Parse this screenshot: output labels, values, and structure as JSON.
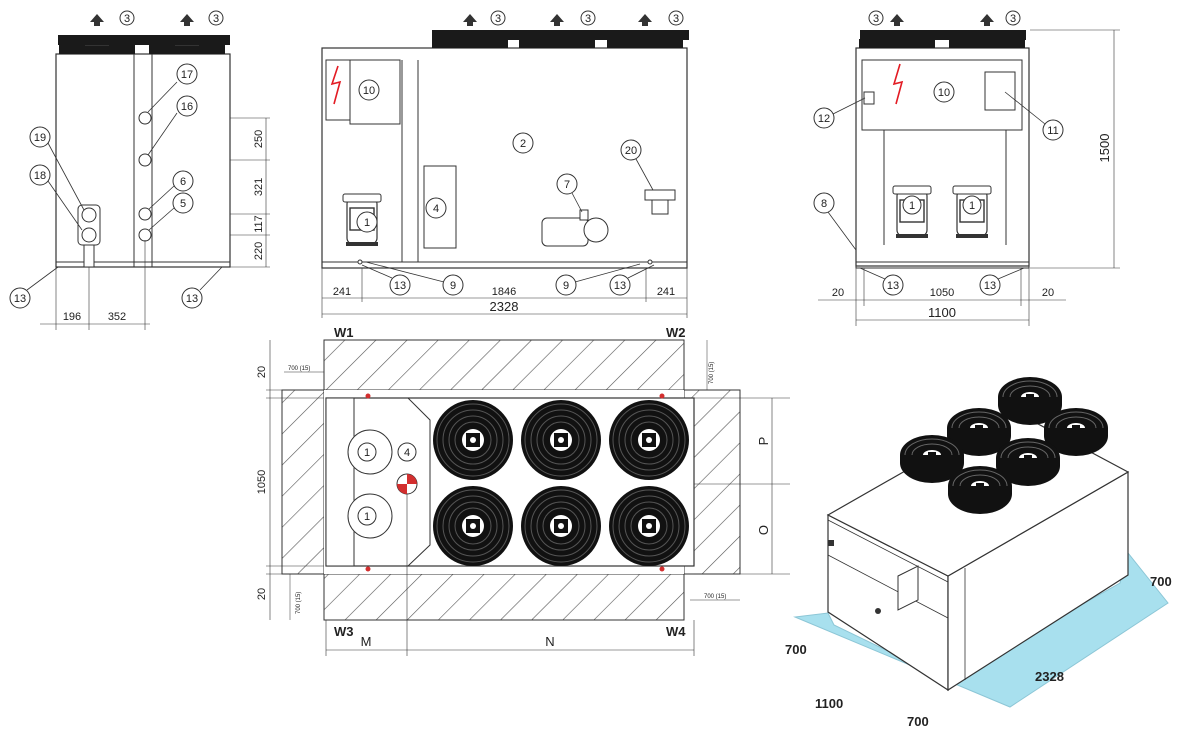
{
  "colors": {
    "line": "#333333",
    "hatch": "#555555",
    "warning_red": "#e31b23",
    "clearance_fill": "#a8e0ee",
    "fan_dark": "#1a1a1a",
    "marker_red": "#d32f2f"
  },
  "icons": {
    "air_flow": "air-flow-arrow-icon",
    "electric": "lightning-warning-icon",
    "center_of_gravity": "center-of-gravity-icon"
  },
  "side_view": {
    "callouts": [
      "19",
      "18",
      "17",
      "16",
      "6",
      "5",
      "13",
      "13"
    ],
    "dims_vertical": [
      "250",
      "321",
      "117",
      "220"
    ],
    "dims_horizontal": [
      "196",
      "352"
    ],
    "top_callouts": [
      "3",
      "3"
    ]
  },
  "front_view": {
    "callouts": [
      "10",
      "2",
      "20",
      "7",
      "1",
      "4",
      "13",
      "9",
      "9",
      "13"
    ],
    "top_callouts": [
      "3",
      "3",
      "3"
    ],
    "dims": {
      "left": "241",
      "middle": "1846",
      "right": "241",
      "total": "2328"
    }
  },
  "end_view": {
    "callouts": [
      "12",
      "10",
      "11",
      "8",
      "1",
      "1",
      "13",
      "13"
    ],
    "top_callouts": [
      "3",
      "3"
    ],
    "dims": {
      "left": "20",
      "middle": "1050",
      "right": "20",
      "total": "1100",
      "height": "1500"
    }
  },
  "plan_view": {
    "corners": [
      "W1",
      "W2",
      "W3",
      "W4"
    ],
    "dims_left": [
      "20",
      "1050",
      "20"
    ],
    "clearance_small": [
      "700 (15)",
      "700 (15)",
      "700 (15)",
      "700 (15)"
    ],
    "dims_right": [
      "P",
      "O"
    ],
    "dims_bottom": [
      "M",
      "N"
    ],
    "callouts": [
      "1",
      "1",
      "4"
    ]
  },
  "iso_view": {
    "dims": {
      "right": "700",
      "left": "700",
      "length": "2328",
      "width": "1100",
      "front": "700"
    }
  }
}
